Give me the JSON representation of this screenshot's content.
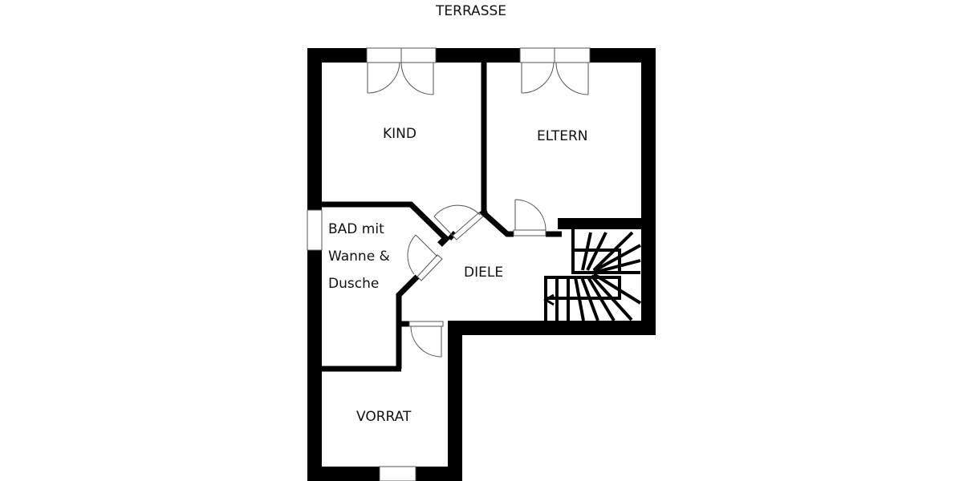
{
  "plan": {
    "title": "TERRASSE",
    "wall_color": "#000000",
    "background": "#ffffff",
    "door_line_color": "#555555",
    "rooms": [
      {
        "id": "kind",
        "label": "KIND"
      },
      {
        "id": "eltern",
        "label": "ELTERN"
      },
      {
        "id": "bad",
        "label_lines": [
          "BAD mit",
          "Wanne &",
          "Dusche"
        ]
      },
      {
        "id": "diele",
        "label": "DIELE"
      },
      {
        "id": "vorrat",
        "label": "VORRAT"
      }
    ]
  }
}
